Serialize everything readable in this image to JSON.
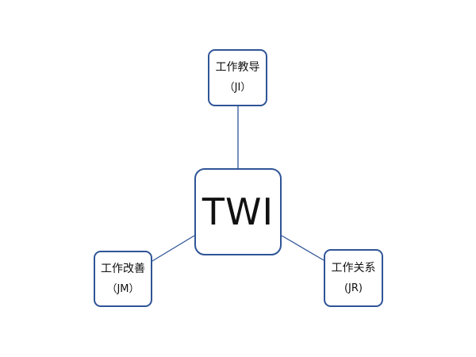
{
  "diagram": {
    "center": {
      "label": "TWI"
    },
    "nodes": [
      {
        "id": "ji",
        "label": "工作教导",
        "code": "（JI）"
      },
      {
        "id": "jm",
        "label": "工作改善",
        "code": "（JM）"
      },
      {
        "id": "jr",
        "label": "工作关系",
        "code": "(JR)"
      }
    ],
    "colors": {
      "border": "#2f5597",
      "connector": "#2f5597",
      "text": "#111111",
      "background": "#ffffff"
    }
  }
}
